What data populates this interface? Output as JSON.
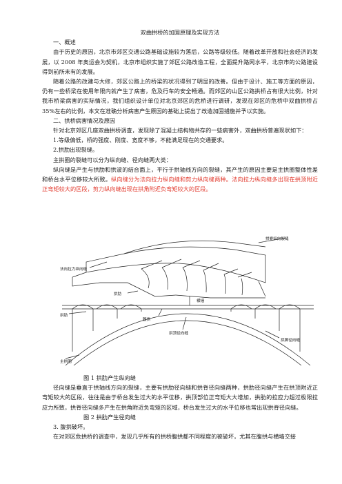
{
  "doc": {
    "title": "双曲拱桥的加固原理及实现方法",
    "s1_heading": "一、概述",
    "s1_p1": "由于历史的原因，北京市郊区交通公路基础设施较为落后，公路等级较低。随着改革开放和社会经济的发展，以 2008 年奥运会为契机，北京市组织实施了郊区公路改造工程，全面提升路网水平，北京市的公路建设得到前所未有的发展。",
    "s1_p2": "随着公路的改建与大修，郊区公路上的桥梁的状况得到了明显的改善。但由于设计、施工等方面的原因，仍有一些桥梁在使用年限内就产生了病害，危及行车的安全畅通。而郊区的山区公路拱桥占有很大比例，针对我市桥梁病害的实际情况，我们组织设计单位对北京郊区的危桥进行调研，发现在郊区的危桥中双曲拱桥占35%左右的比例，本文在准确分析病害产生原因的基础上提出了改造加固措施并予以实施。",
    "s2_heading": "二、拱桥病害情况及原因",
    "s2_p1": "针对北京郊区几座双曲拱桥调查，发现除了混凝土结构物共存的一些病害外，双曲拱桥普遍现状如下：",
    "s2_item1": "1.等级偏低，桥的强度、刚度、宽度不够，不能满足现在的交通要求。",
    "s2_item2": "2.拱肋出现裂缝。",
    "s2_p2": "主拱圈的裂缝可以分为纵向缝、径向缝两大类：",
    "s2_p3_black": "纵向缝是产生与拱肋和拱波的结合面上，平行于拱轴线方向的裂缝，其产生的原因主要是主拱圈整体性差和桥台水平位移较大所致。",
    "s2_p3_red": "纵向缝分为法向拉力纵向缝和剪力纵向缝两种。法向拉力纵向缝多出现在拱顶附近正弯矩较大的区段，剪力纵向缝出现在拱角附近负弯矩较大的区段。",
    "fig1_caption": "图 1  拱肋产生纵向缝",
    "s2_p4": "径向缝是垂直于拱轴线方向的裂缝，主要有拱肋径向缝和拱脊径向缝两种，拱肋径向缝产生在拱顶附近正弯矩较大的区段，往往是由于桥台发生过大的水平位移，拱顶部位正弯矩大大增加，拱肋的拉应力超过极限拉应力所致，拱脊径向缝多产生在拱角附近负弯矩的区域，桥台发生过大的水平位移也常出现拱脊径向缝。",
    "fig2_caption": "图 2  拱肋产生径向缝",
    "s3_heading": "3. 腹拱破坏。",
    "s3_p1": "在对郊区危拱桥的调查中，发现几乎所有的拱桥腹拱都不同程度的被破坏，尤其在腹拱与横墙交接"
  },
  "figure": {
    "label_top_right": "拱脊纵向裂缝",
    "label_left": "法向拉力纵向缝",
    "label_rib": "拱肋",
    "label_a": "拱肋",
    "label_b": "腹拱",
    "label_c": "横墙",
    "label_d": "拱顶径向缝",
    "label_e": "拱脚径向缝",
    "label_f": "主拱圈"
  }
}
